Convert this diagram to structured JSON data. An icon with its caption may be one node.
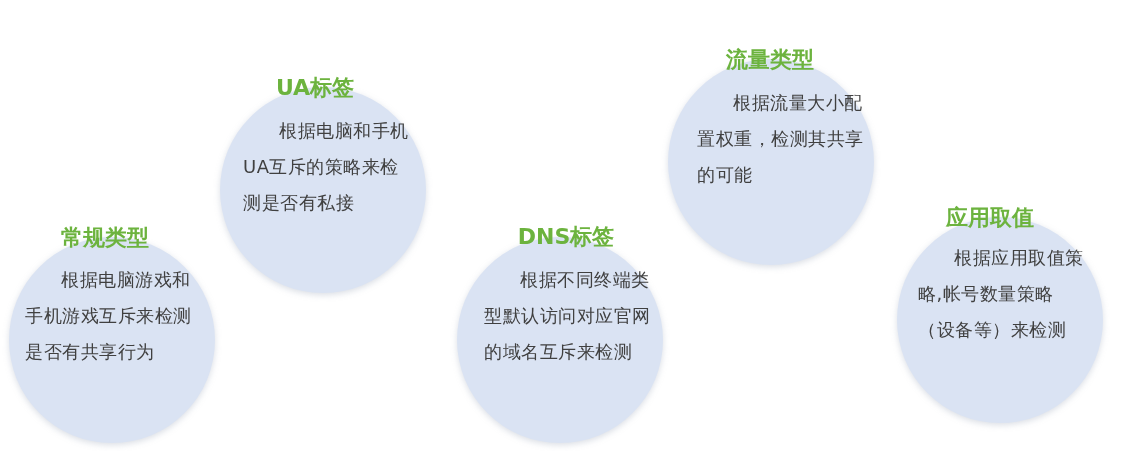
{
  "diagram": {
    "nodes": [
      {
        "text": [
          "常规类型",
          "根据电脑游戏和手机游戏互斥来检测是否有共享行为"
        ]
      },
      {
        "text": [
          "UA标签",
          "根据电脑和手机UA互斥的策略来检测是否有私接"
        ]
      },
      {
        "text": [
          "DNS标签",
          "根据不同终端类型默认访问对应官网的域名互斥来检测"
        ]
      },
      {
        "text": [
          "流量类型",
          "根据流量大小配置权重，检测其共享的可能"
        ]
      },
      {
        "text": [
          "应用取值",
          "根据应用取值策略,帐号数量策略（设备等）来检测"
        ]
      }
    ]
  }
}
